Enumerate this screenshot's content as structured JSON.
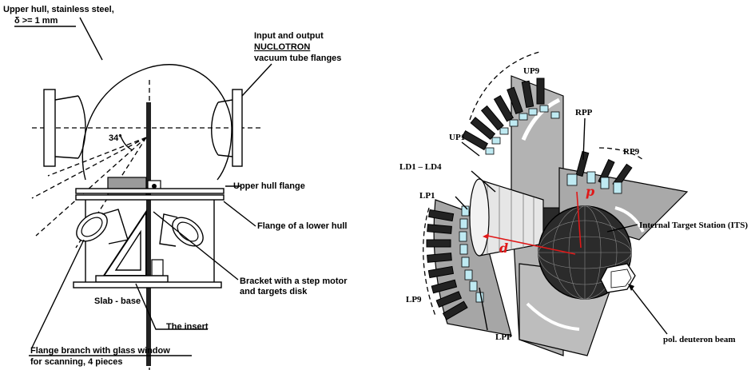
{
  "left_figure": {
    "upper_hull_line1": "Upper hull, stainless steel,",
    "upper_hull_line2": "δ >= 1 mm",
    "tube_flanges_line1": "Input and output",
    "tube_flanges_line2": "NUCLOTRON",
    "tube_flanges_line3": "vacuum tube flanges",
    "angle": "34°",
    "upper_hull_flange": "Upper hull flange",
    "lower_hull_flange": "Flange of a lower hull",
    "bracket_line1": "Bracket with a step motor",
    "bracket_line2": "and targets disk",
    "slab_base": "Slab - base",
    "insert": "The insert",
    "flange_branch_line1": "Flange branch with glass window",
    "flange_branch_line2": "for scanning, 4 pieces"
  },
  "right_figure": {
    "up9": "UP9",
    "up1": "UP1",
    "rpp": "RPP",
    "rp9": "RP9",
    "ld": "LD1 – LD4",
    "lp1": "LP1",
    "its": "Internal Target Station (ITS)",
    "d_symbol": "d",
    "p_symbol": "p",
    "lp9": "LP9",
    "lpp": "LPP",
    "beam": "pol. deuteron beam"
  },
  "colors": {
    "ink": "#000000",
    "detector_cyan": "#bfeaf2",
    "plate_gray": "#a9a9a9",
    "plate_light": "#d9d9d9",
    "sphere": "#2b2b2b",
    "accent_red": "#e01818"
  }
}
